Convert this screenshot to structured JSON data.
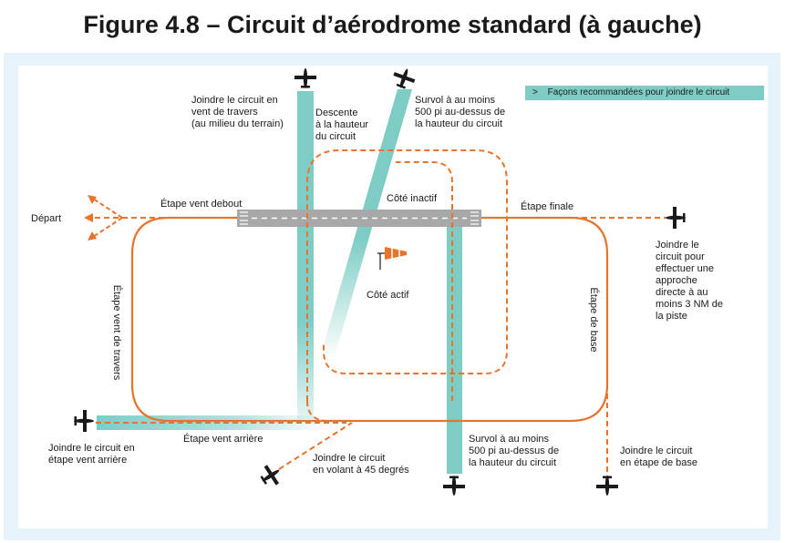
{
  "title": "Figure 4.8 – Circuit d’aérodrome standard (à gauche)",
  "legend": {
    "marker": ">",
    "text": "Façons recommandées pour joindre le circuit"
  },
  "labels": {
    "join_crosswind": [
      "Joindre le circuit en",
      "vent de travers",
      "(au milieu du terrain)"
    ],
    "descent": [
      "Descente",
      "à la hauteur",
      "du circuit"
    ],
    "overfly_top": [
      "Survol à au moins",
      "500 pi au-dessus de",
      "la hauteur du circuit"
    ],
    "departure": "Départ",
    "upwind": "Étape vent debout",
    "inactive_side": "Côté inactif",
    "final": "Étape finale",
    "join_straight_in": [
      "Joindre le",
      "circuit pour",
      "effectuer une",
      "approche",
      "directe à au",
      "moins 3 NM de",
      "la piste"
    ],
    "active_side": "Côté actif",
    "crosswind_leg": "Étape vent de travers",
    "base_leg": "Étape de base",
    "downwind": "Étape vent arrière",
    "join_downwind": [
      "Joindre le circuit en",
      "étape vent arrière"
    ],
    "join_45": [
      "Joindre le circuit",
      "en volant à 45 degrés"
    ],
    "overfly_bottom": [
      "Survol à au moins",
      "500 pi au-dessus de",
      "la hauteur du circuit"
    ],
    "join_base": [
      "Joindre le circuit",
      "en étape de base"
    ]
  },
  "colors": {
    "circuit": "#e8742c",
    "recommended": "#7dcdc5",
    "runway": "#a8a8a8",
    "aircraft": "#1a1a1a"
  }
}
